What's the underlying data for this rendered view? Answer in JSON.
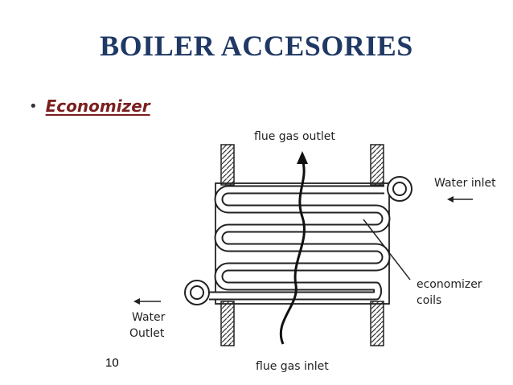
{
  "slide": {
    "title": "BOILER ACCESORIES",
    "bullet": "Economizer",
    "page_number": "10",
    "title_color": "#1f3864",
    "bullet_color": "#7b1f1f"
  },
  "diagram": {
    "labels": {
      "flue_gas_outlet": "flue gas outlet",
      "flue_gas_inlet": "flue gas inlet",
      "water_inlet": "Water inlet",
      "water_outlet_line1": "Water",
      "water_outlet_line2": "Outlet",
      "economizer_coils_line1": "economizer",
      "economizer_coils_line2": "coils"
    }
  }
}
